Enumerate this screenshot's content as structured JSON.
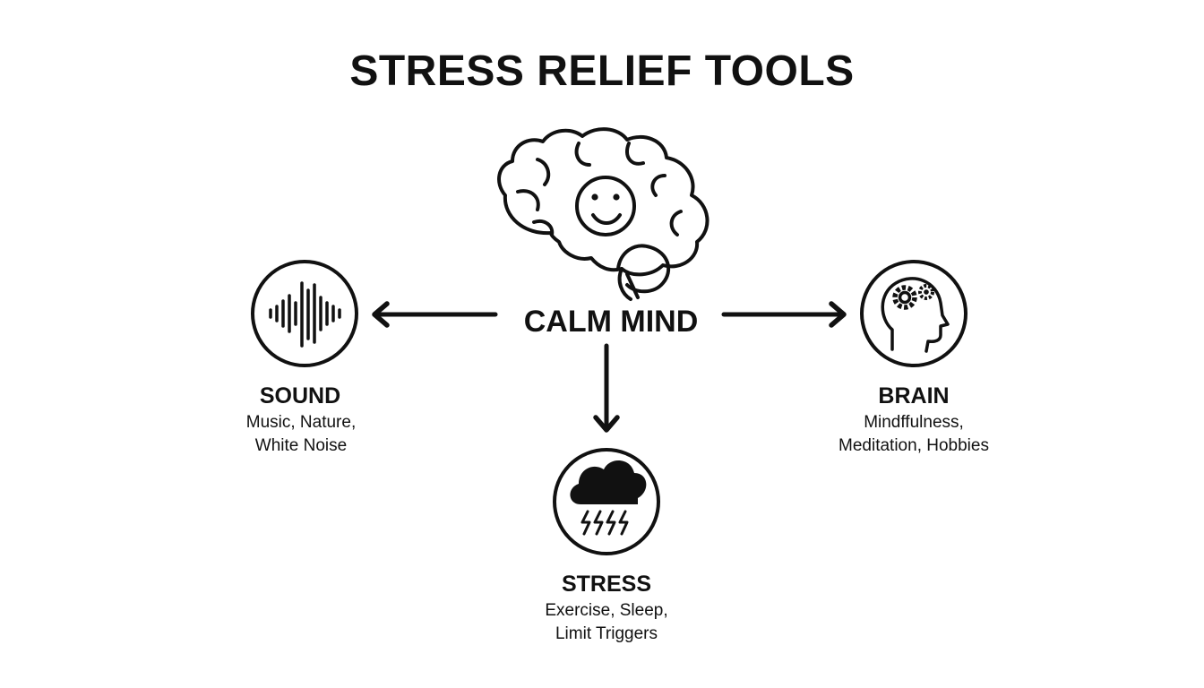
{
  "title": "STRESS RELIEF TOOLS",
  "center": {
    "label": "CALM MIND"
  },
  "nodes": [
    {
      "id": "sound",
      "label": "SOUND",
      "desc_lines": [
        "Music, Nature,",
        "White Noise"
      ]
    },
    {
      "id": "stress",
      "label": "STRESS",
      "desc_lines": [
        "Exercise, Sleep,",
        "Limit Triggers"
      ]
    },
    {
      "id": "brain",
      "label": "BRAIN",
      "desc_lines": [
        "Mindffulness,",
        "Meditation, Hobbies"
      ]
    }
  ],
  "colors": {
    "ink": "#111111",
    "background": "#ffffff"
  }
}
